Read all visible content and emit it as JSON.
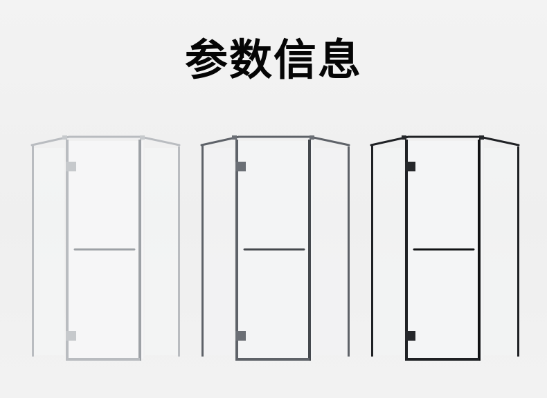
{
  "page": {
    "title": "参数信息"
  },
  "products": [
    {
      "finish": "silver",
      "colors": {
        "frame": "#b9bcc0",
        "frame_dark": "#9da1a6",
        "glass": "#f7f8f9",
        "hardware": "#c6c9cc"
      }
    },
    {
      "finish": "gunmetal",
      "colors": {
        "frame": "#5e6268",
        "frame_dark": "#44484d",
        "glass": "#f4f5f6",
        "hardware": "#6b6f75"
      }
    },
    {
      "finish": "black",
      "colors": {
        "frame": "#1f2124",
        "frame_dark": "#111214",
        "glass": "#f5f6f7",
        "hardware": "#25272a"
      }
    }
  ]
}
